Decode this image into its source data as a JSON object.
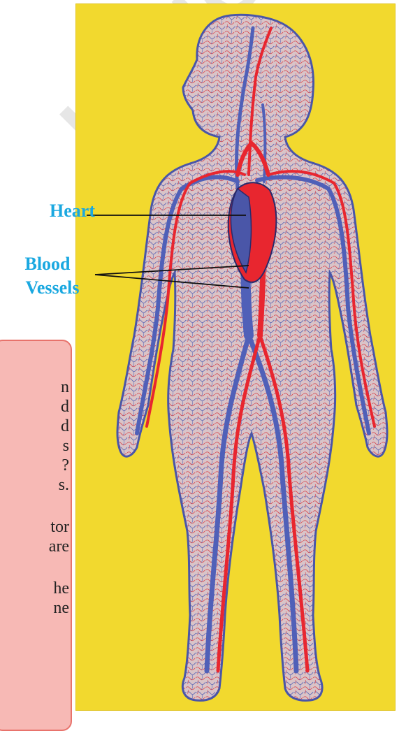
{
  "watermark_text": "LANG",
  "labels": {
    "heart": "Heart",
    "blood_vessels_line1": "Blood",
    "blood_vessels_line2": "Vessels"
  },
  "note_fragments": [
    "n",
    "d",
    "d",
    "s",
    "?",
    "s.",
    "tor",
    "are",
    "he",
    "ne"
  ],
  "colors": {
    "background": "#f2d92e",
    "label": "#1aa8e0",
    "artery": "#e8262f",
    "vein": "#5060b8",
    "body_fill": "#d6c3c9",
    "note_box": "#f7b9b5"
  }
}
